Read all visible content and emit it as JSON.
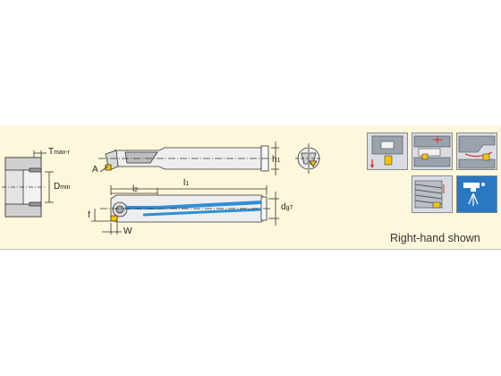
{
  "labels": {
    "t_max": "T",
    "t_max_sub": "max-r",
    "d_min": "D",
    "d_min_sub": "min",
    "a": "A",
    "l1": "l",
    "l1_sub": "1",
    "l2": "l",
    "l2_sub": "2",
    "h1": "h",
    "h1_sub": "1",
    "dg": "d",
    "dg_sub": "g7",
    "f": "f",
    "w": "W"
  },
  "caption": "Right-hand shown",
  "colors": {
    "band": "#fdf7dc",
    "line": "#333333",
    "tool_body": "#e6e6e6",
    "coolant": "#2f8fd8",
    "insert": "#f5c400",
    "icon_border": "#8a8a8a",
    "icon_bg": "#d9dde3",
    "arrow_red": "#d7261e"
  },
  "icons": [
    {
      "name": "face-groove-icon"
    },
    {
      "name": "internal-groove-icon"
    },
    {
      "name": "profiling-icon"
    },
    {
      "name": "threading-icon"
    },
    {
      "name": "coolant-icon"
    }
  ]
}
